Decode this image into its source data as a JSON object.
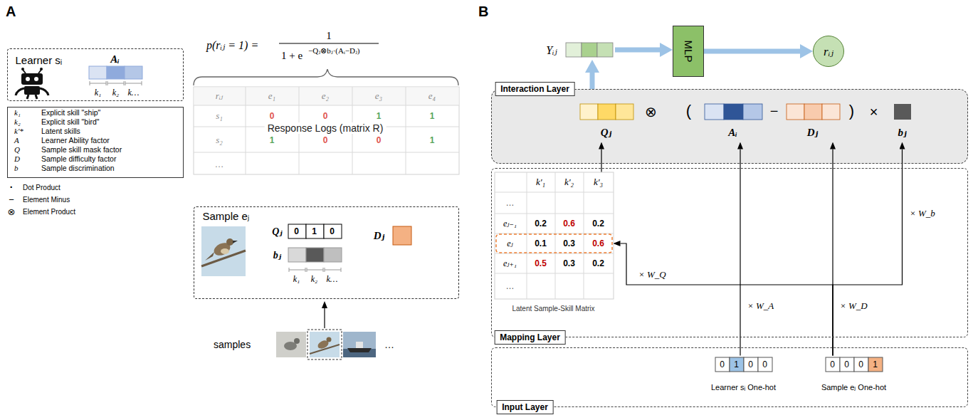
{
  "diagram": {
    "nodes": [
      {
        "text": [
          "Learner sᵢ",
          "Aᵢ",
          "k₁",
          "k₂",
          "k…"
        ]
      },
      {
        "text": [
          "k₁",
          "Explicit skill \"ship\"",
          "k₂",
          "Explicit skill \"bird\"",
          "k′*",
          "Latent skills",
          "A",
          "Learner Ability factor",
          "Q",
          "Sample skill mask factor",
          "D",
          "Sample difficulty factor",
          "b",
          "Sample discrimination"
        ]
      },
      {
        "text": [
          "rᵢⱼ",
          "e₁",
          "e₂",
          "e₃",
          "e₄",
          "s₁",
          "0",
          "0",
          "1",
          "1",
          "s₂",
          "1",
          "0",
          "0",
          "1",
          "…",
          "Response Logs (matrix R)"
        ]
      },
      {
        "text": [
          "Sample eⱼ",
          "Qⱼ",
          "0",
          "1",
          "0",
          "bⱼ",
          "k₁",
          "k₂",
          "k…",
          "Dⱼ"
        ]
      },
      {
        "text": [
          "Yᵢⱼ"
        ]
      },
      {
        "text": [
          "MLP"
        ]
      },
      {
        "text": [
          "rᵢⱼ"
        ]
      },
      {
        "text": [
          "Interaction Layer",
          "⊗",
          "(",
          "−",
          ")",
          "×"
        ]
      },
      {
        "text": [
          "Qⱼ"
        ],
        "in": 7
      },
      {
        "text": [
          "Aᵢ"
        ],
        "in": 7
      },
      {
        "text": [
          "Dⱼ"
        ],
        "in": 7
      },
      {
        "text": [
          "bⱼ"
        ],
        "in": 7
      },
      {
        "text": [
          "Mapping Layer"
        ]
      },
      {
        "text": [
          "k′₁",
          "k′₂",
          "k′₃",
          "…",
          "eⱼ₋₁",
          "0.2",
          "0.6",
          "0.2",
          "eⱼ",
          "0.1",
          "0.3",
          "0.6",
          "eⱼ₊₁",
          "0.5",
          "0.3",
          "0.2",
          "…",
          "Latent Sample-Skill Matrix"
        ],
        "in": 12
      },
      {
        "text": [
          "Input Layer"
        ]
      },
      {
        "text": [
          "0",
          "1",
          "0",
          "0",
          "Learner sᵢ One-hot"
        ],
        "in": 14
      },
      {
        "text": [
          "0",
          "0",
          "0",
          "1",
          "Sample eⱼ One-hot"
        ],
        "in": 14
      }
    ],
    "edges": [
      {
        "from": 4,
        "to": 5,
        "arrow": "to"
      },
      {
        "from": 5,
        "to": 6,
        "arrow": "to"
      },
      {
        "from": 7,
        "to": 4,
        "arrow": "to"
      },
      {
        "from": 13,
        "to": 8,
        "arrow": "to"
      },
      {
        "from": 15,
        "to": 9,
        "arrow": "to",
        "label": "× W_A"
      },
      {
        "from": 16,
        "to": 10,
        "arrow": "to",
        "label": "× W_D"
      },
      {
        "from": 16,
        "to": 11,
        "arrow": "to",
        "label": "× W_b"
      },
      {
        "from": 16,
        "to": 13,
        "arrow": "to",
        "label": "× W_Q"
      }
    ],
    "labels": [
      "A",
      "B",
      "p(rᵢⱼ = 1) =",
      "1",
      "1 + e",
      "−Qⱼ⊗bⱼ·(Aᵢ−Dⱼ)",
      "·",
      "Dot Product",
      "−",
      "Element Minus",
      "⊗",
      "Element Product",
      "samples",
      "…"
    ]
  }
}
